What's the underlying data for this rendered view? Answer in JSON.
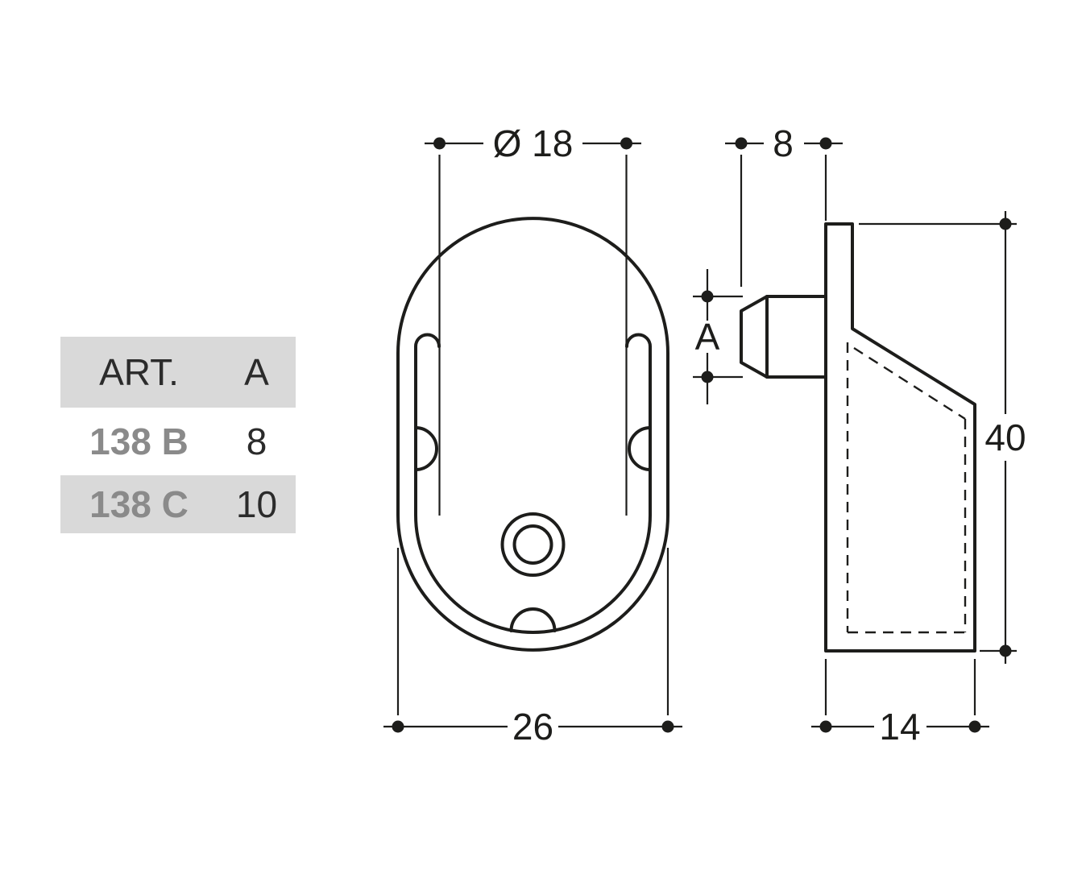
{
  "table": {
    "header": {
      "art": "ART.",
      "a": "A"
    },
    "rows": [
      {
        "art": "138 B",
        "a": "8"
      },
      {
        "art": "138 C",
        "a": "10"
      }
    ]
  },
  "front_view": {
    "diameter_label": "Ø 18",
    "width_label": "26"
  },
  "side_view": {
    "depth_label": "8",
    "a_label": "A",
    "height_label": "40",
    "base_label": "14"
  },
  "colors": {
    "line": "#1d1d1b",
    "band": "#d9d9d9",
    "muted_text": "#8a8a8a"
  }
}
